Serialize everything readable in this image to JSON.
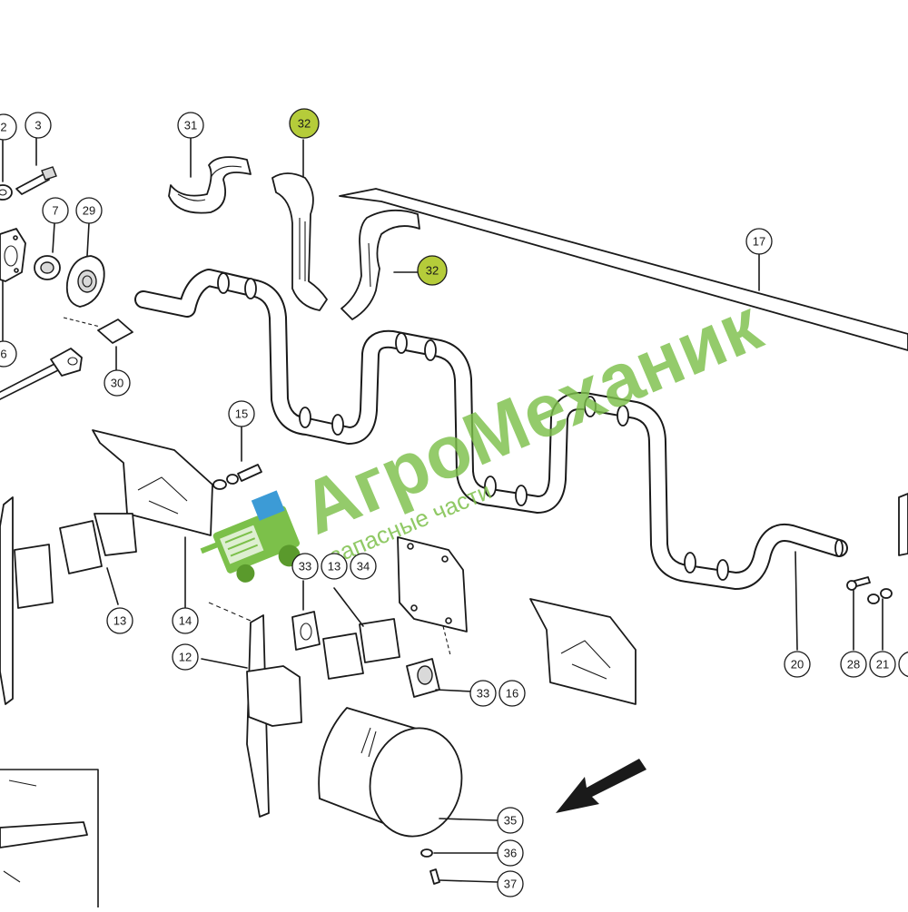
{
  "diagram": {
    "callouts": [
      {
        "id": "c2",
        "label": "2"
      },
      {
        "id": "c3",
        "label": "3"
      },
      {
        "id": "c7",
        "label": "7"
      },
      {
        "id": "c29",
        "label": "29"
      },
      {
        "id": "c6",
        "label": "6"
      },
      {
        "id": "c30",
        "label": "30"
      },
      {
        "id": "c31",
        "label": "31"
      },
      {
        "id": "c32a",
        "label": "32",
        "highlight": true
      },
      {
        "id": "c32b",
        "label": "32",
        "highlight": true
      },
      {
        "id": "c17",
        "label": "17"
      },
      {
        "id": "c15",
        "label": "15"
      },
      {
        "id": "c13a",
        "label": "13"
      },
      {
        "id": "c14",
        "label": "14"
      },
      {
        "id": "c12",
        "label": "12"
      },
      {
        "id": "c33a",
        "label": "33"
      },
      {
        "id": "c13b",
        "label": "13"
      },
      {
        "id": "c34",
        "label": "34"
      },
      {
        "id": "c33b",
        "label": "33"
      },
      {
        "id": "c16",
        "label": "16"
      },
      {
        "id": "c20",
        "label": "20"
      },
      {
        "id": "c28",
        "label": "28"
      },
      {
        "id": "c21",
        "label": "21"
      },
      {
        "id": "c35",
        "label": "35"
      },
      {
        "id": "c36",
        "label": "36"
      },
      {
        "id": "c37",
        "label": "37"
      }
    ],
    "highlight_color": "#b5cc3a",
    "line_color": "#1a1a1a"
  },
  "watermark": {
    "brand": "АгроМеханик",
    "tagline": "запасные части",
    "color": "#7cc04a",
    "logo_icon": "harvester-icon"
  }
}
